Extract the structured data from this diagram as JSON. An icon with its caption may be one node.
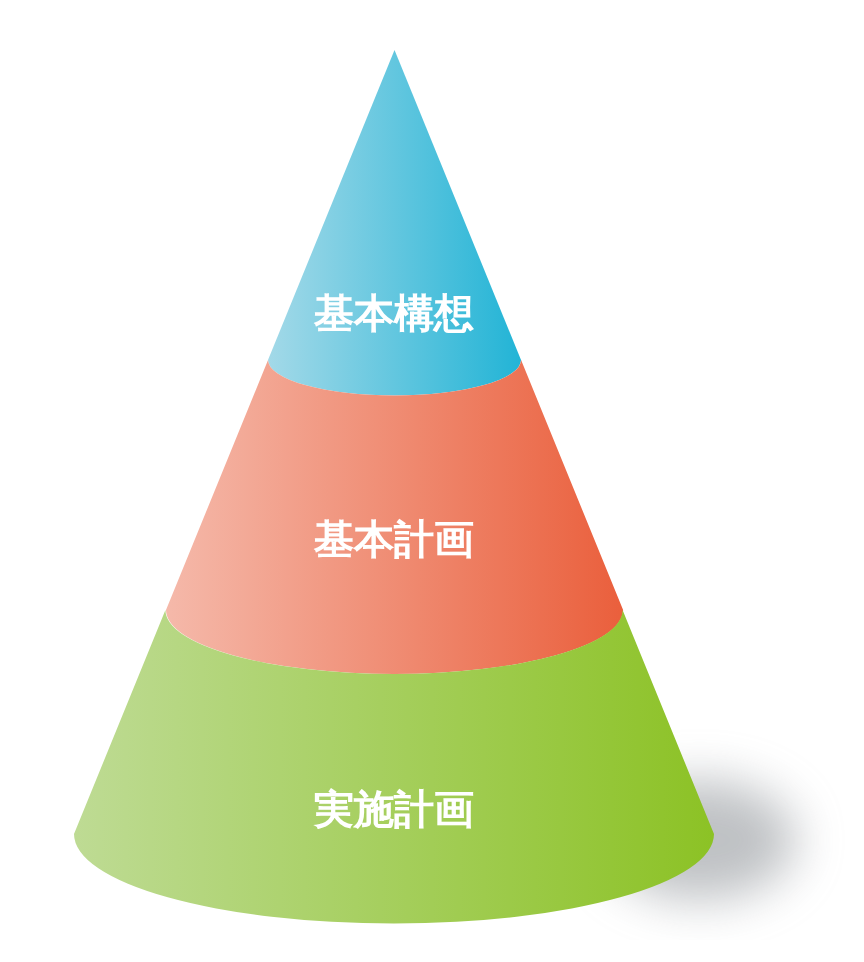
{
  "diagram": {
    "nodes": [
      {
        "text": [
          "基本構想"
        ]
      },
      {
        "text": [
          "基本計画"
        ]
      },
      {
        "text": [
          "実施計画"
        ]
      }
    ]
  }
}
